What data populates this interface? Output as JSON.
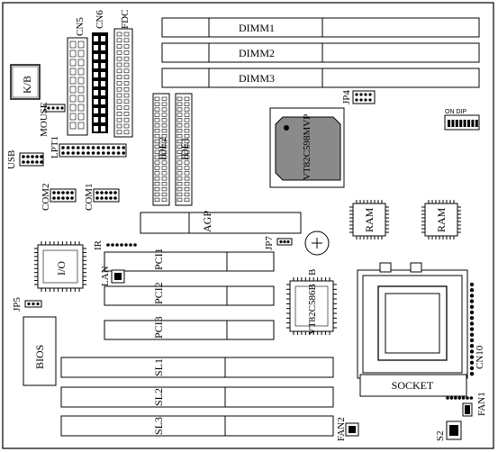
{
  "labels": {
    "cn5": "CN5",
    "cn6": "CN6",
    "fdc": "FDC",
    "dimm1": "DIMM1",
    "dimm2": "DIMM2",
    "dimm3": "DIMM3",
    "kb": "K/B",
    "mouse": "MOUSE",
    "lpt1": "LPT1",
    "usb": "USB",
    "com2": "COM2",
    "com1": "COM1",
    "ide2": "IDE2",
    "ide1": "IDE1",
    "jp4": "JP4",
    "on_dip": "ON DIP",
    "chipset": "VT82C598MVP",
    "agp": "AGP",
    "ram_left": "RAM",
    "ram_right": "RAM",
    "io": "I/O",
    "ir": "IR",
    "jp7": "JP7",
    "b": "B",
    "lan": "LAN",
    "pci1": "PCI1",
    "pci2": "PCI2",
    "pci3": "PCI3",
    "south": "VT82C586B",
    "jp5": "JP5",
    "bios": "BIOS",
    "cn10": "CN10",
    "sl1": "SL1",
    "sl2": "SL2",
    "sl3": "SL3",
    "socket": "SOCKET",
    "fan1": "FAN1",
    "fan2": "FAN2",
    "s2": "S2"
  }
}
